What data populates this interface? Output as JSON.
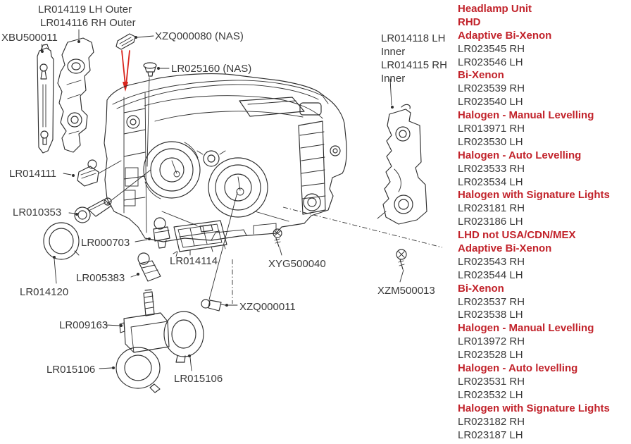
{
  "colors": {
    "heading_red": "#c2232b",
    "part_text": "#3a3a3a",
    "arrow_red": "#d9251d",
    "line_art": "#2e2e2e",
    "background": "#ffffff"
  },
  "diagram_labels": {
    "lr014119": "LR014119 LH Outer",
    "lr014116": "LR014116 RH Outer",
    "xbu500011": "XBU500011",
    "xzq000080": "XZQ000080 (NAS)",
    "lr025160": "LR025160 (NAS)",
    "lr014118": "LR014118 LH Inner",
    "lr014115": "LR014115 RH Inner",
    "lr014111": "LR014111",
    "lr010353": "LR010353",
    "lr000703": "LR000703",
    "lr014120": "LR014120",
    "lr005383": "LR005383",
    "lr014114": "LR014114",
    "xyg500040": "XYG500040",
    "xzm500013": "XZM500013",
    "xzq000011": "XZQ000011",
    "lr009163": "LR009163",
    "lr015106_left": "LR015106",
    "lr015106_right": "LR015106"
  },
  "parts_list": {
    "items": [
      {
        "type": "header",
        "text": "Headlamp Unit"
      },
      {
        "type": "header",
        "text": "RHD"
      },
      {
        "type": "header",
        "text": "Adaptive Bi-Xenon"
      },
      {
        "type": "part",
        "text": "LR023545 RH"
      },
      {
        "type": "part",
        "text": "LR023546 LH"
      },
      {
        "type": "header",
        "text": "Bi-Xenon"
      },
      {
        "type": "part",
        "text": "LR023539 RH"
      },
      {
        "type": "part",
        "text": "LR023540 LH"
      },
      {
        "type": "header",
        "text": "Halogen - Manual Levelling"
      },
      {
        "type": "part",
        "text": "LR013971 RH"
      },
      {
        "type": "part",
        "text": "LR023530 LH"
      },
      {
        "type": "header",
        "text": "Halogen - Auto Levelling"
      },
      {
        "type": "part",
        "text": "LR023533 RH"
      },
      {
        "type": "part",
        "text": "LR023534 LH"
      },
      {
        "type": "header",
        "text": "Halogen with Signature Lights"
      },
      {
        "type": "part",
        "text": "LR023181 RH"
      },
      {
        "type": "part",
        "text": "LR023186 LH"
      },
      {
        "type": "header",
        "text": "LHD not USA/CDN/MEX"
      },
      {
        "type": "header",
        "text": "Adaptive Bi-Xenon"
      },
      {
        "type": "part",
        "text": "LR023543 RH"
      },
      {
        "type": "part",
        "text": "LR023544 LH"
      },
      {
        "type": "header",
        "text": "Bi-Xenon"
      },
      {
        "type": "part",
        "text": "LR023537 RH"
      },
      {
        "type": "part",
        "text": "LR023538 LH"
      },
      {
        "type": "header",
        "text": "Halogen - Manual Levelling"
      },
      {
        "type": "part",
        "text": "LR013972 RH"
      },
      {
        "type": "part",
        "text": "LR023528 LH"
      },
      {
        "type": "header",
        "text": "Halogen - Auto levelling"
      },
      {
        "type": "part",
        "text": "LR023531 RH"
      },
      {
        "type": "part",
        "text": "LR023532 LH"
      },
      {
        "type": "header",
        "text": "Halogen with Signature Lights"
      },
      {
        "type": "part",
        "text": "LR023182 RH"
      },
      {
        "type": "part",
        "text": "LR023187 LH"
      }
    ]
  }
}
